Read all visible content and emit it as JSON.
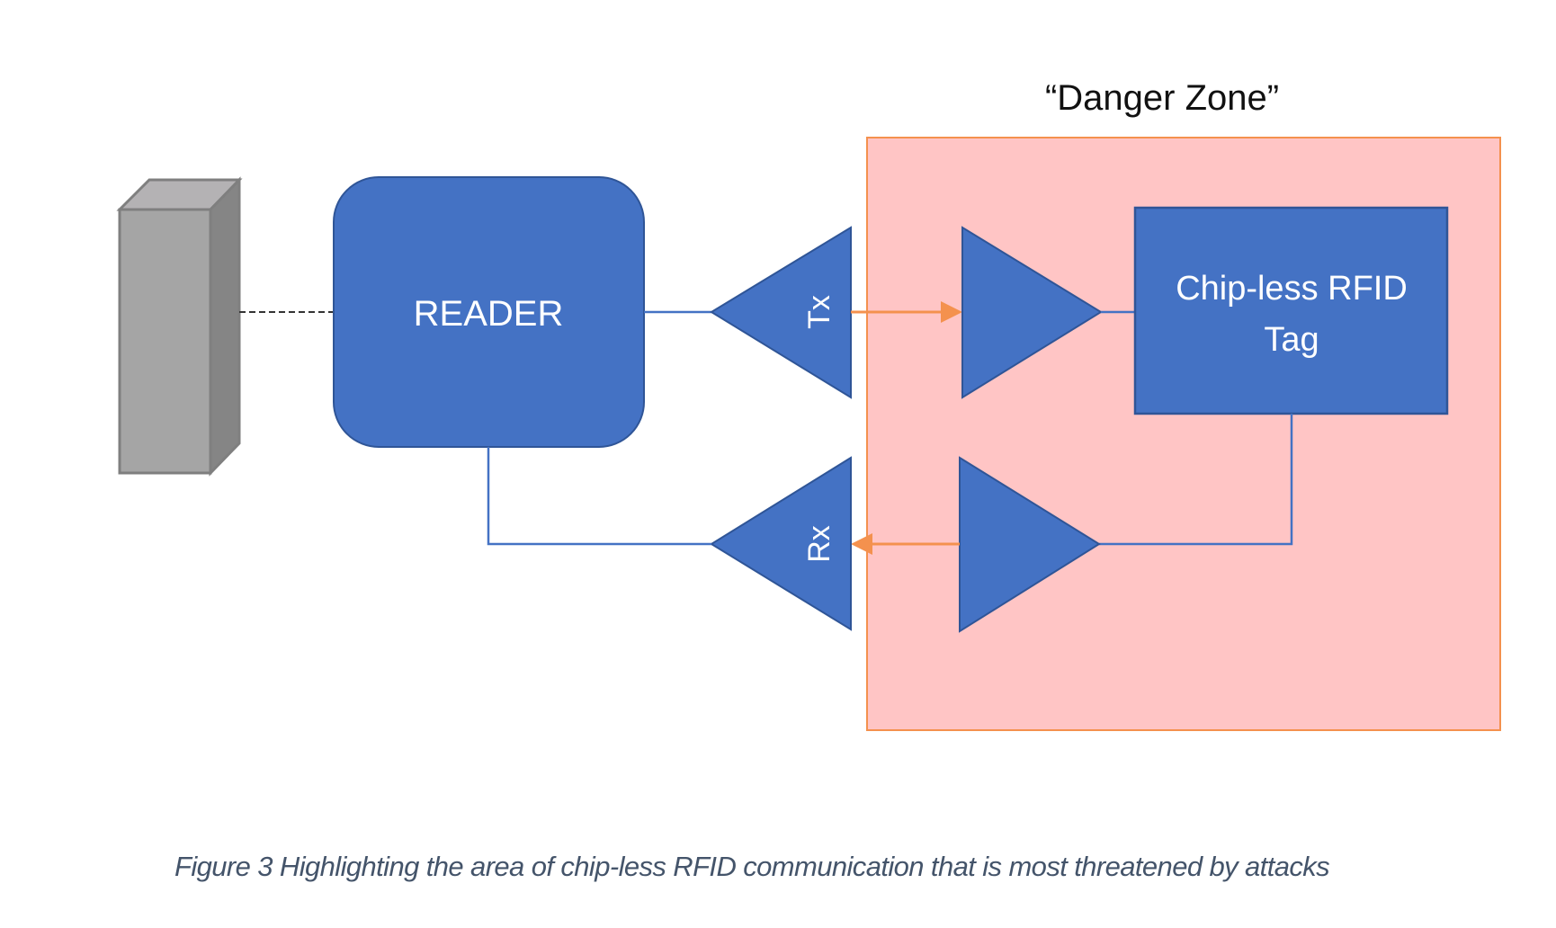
{
  "title": "“Danger Zone”",
  "reader_label": "READER",
  "tx_label": "Tx",
  "rx_label": "Rx",
  "tag_label_line1": "Chip-less RFID",
  "tag_label_line2": "Tag",
  "caption": "Figure 3 Highlighting the area of chip-less RFID communication that is most threatened by attacks",
  "colors": {
    "block_blue": "#4472c4",
    "block_border": "#2f5597",
    "danger_fill": "#ffc5c5",
    "danger_border": "#f4914e",
    "arrow_orange": "#f4914e",
    "host_gray": "#a5a5a5",
    "caption_text": "#44546a"
  }
}
